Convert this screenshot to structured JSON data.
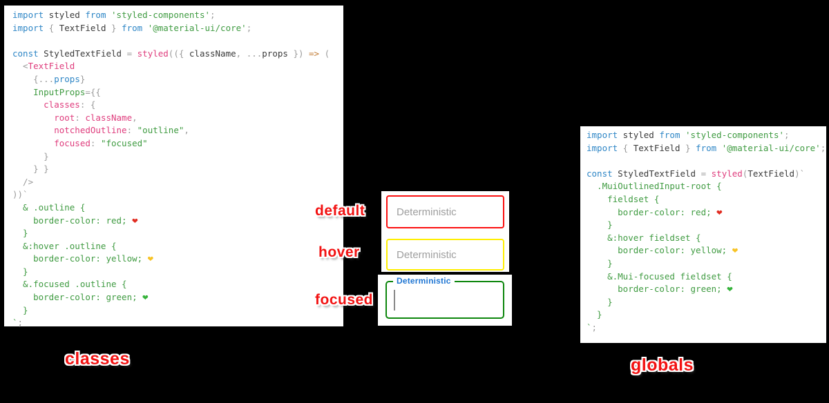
{
  "labels": {
    "default": "default",
    "hover": "hover",
    "focused": "focused",
    "classes": "classes",
    "globals": "globals"
  },
  "fields": {
    "default": {
      "placeholder": "Deterministic",
      "border_color": "#ff0000"
    },
    "hover": {
      "placeholder": "Deterministic",
      "border_color": "#ffff00"
    },
    "focused": {
      "label": "Deterministic",
      "value": "",
      "border_color": "#008000",
      "label_color": "#1f76d3"
    }
  },
  "colors": {
    "background": "#000000",
    "panel": "#ffffff",
    "sticker_red": "#f21212",
    "keyword_blue": "#2e86c6",
    "string_green": "#3f9b41",
    "identifier_pink": "#df3d7d",
    "punctuation_gray": "#9a9a9a",
    "arrow_orange": "#c27c35",
    "placeholder_gray": "#9e9e9e"
  },
  "left_code": {
    "lines": [
      [
        [
          "b",
          "import"
        ],
        [
          "d",
          " styled "
        ],
        [
          "b",
          "from"
        ],
        [
          "d",
          " "
        ],
        [
          "s",
          "'styled-components'"
        ],
        [
          "g",
          ";"
        ]
      ],
      [
        [
          "b",
          "import"
        ],
        [
          "g",
          " { "
        ],
        [
          "d",
          "TextField"
        ],
        [
          "g",
          " } "
        ],
        [
          "b",
          "from"
        ],
        [
          "d",
          " "
        ],
        [
          "s",
          "'@material-ui/core'"
        ],
        [
          "g",
          ";"
        ]
      ],
      [],
      [
        [
          "b",
          "const"
        ],
        [
          "d",
          " StyledTextField "
        ],
        [
          "g",
          "= "
        ],
        [
          "p",
          "styled"
        ],
        [
          "g",
          "(({ "
        ],
        [
          "d",
          "className"
        ],
        [
          "g",
          ", ..."
        ],
        [
          "d",
          "props"
        ],
        [
          "g",
          " }) "
        ],
        [
          "o",
          "=>"
        ],
        [
          "g",
          " ("
        ]
      ],
      [
        [
          "g",
          "  <"
        ],
        [
          "p",
          "TextField"
        ]
      ],
      [
        [
          "g",
          "    {..."
        ],
        [
          "b",
          "props"
        ],
        [
          "g",
          "}"
        ]
      ],
      [
        [
          "s",
          "    InputProps"
        ],
        [
          "g",
          "={{"
        ]
      ],
      [
        [
          "p",
          "      classes"
        ],
        [
          "g",
          ": {"
        ]
      ],
      [
        [
          "p",
          "        root"
        ],
        [
          "g",
          ": "
        ],
        [
          "p",
          "className"
        ],
        [
          "g",
          ","
        ]
      ],
      [
        [
          "p",
          "        notchedOutline"
        ],
        [
          "g",
          ": "
        ],
        [
          "s",
          "\"outline\""
        ],
        [
          "g",
          ","
        ]
      ],
      [
        [
          "p",
          "        focused"
        ],
        [
          "g",
          ": "
        ],
        [
          "s",
          "\"focused\""
        ]
      ],
      [
        [
          "g",
          "      }"
        ]
      ],
      [
        [
          "g",
          "    } }"
        ]
      ],
      [
        [
          "g",
          "  />"
        ]
      ],
      [
        [
          "g",
          "))`"
        ]
      ],
      [
        [
          "s",
          "  & .outline {"
        ]
      ],
      [
        [
          "s",
          "    border-color: red; "
        ],
        [
          "rh",
          "❤"
        ]
      ],
      [
        [
          "s",
          "  }"
        ]
      ],
      [
        [
          "s",
          "  &:hover .outline {"
        ]
      ],
      [
        [
          "s",
          "    border-color: yellow; "
        ],
        [
          "yh",
          "❤"
        ]
      ],
      [
        [
          "s",
          "  }"
        ]
      ],
      [
        [
          "s",
          "  &.focused .outline {"
        ]
      ],
      [
        [
          "s",
          "    border-color: green; "
        ],
        [
          "gh",
          "❤"
        ]
      ],
      [
        [
          "s",
          "  }"
        ]
      ],
      [
        [
          "s",
          "`"
        ],
        [
          "g",
          ";"
        ]
      ]
    ]
  },
  "right_code": {
    "lines": [
      [
        [
          "b",
          "import"
        ],
        [
          "d",
          " styled "
        ],
        [
          "b",
          "from"
        ],
        [
          "d",
          " "
        ],
        [
          "s",
          "'styled-components'"
        ],
        [
          "g",
          ";"
        ]
      ],
      [
        [
          "b",
          "import"
        ],
        [
          "g",
          " { "
        ],
        [
          "d",
          "TextField"
        ],
        [
          "g",
          " } "
        ],
        [
          "b",
          "from"
        ],
        [
          "d",
          " "
        ],
        [
          "s",
          "'@material-ui/core'"
        ],
        [
          "g",
          ";"
        ]
      ],
      [],
      [
        [
          "b",
          "const"
        ],
        [
          "d",
          " StyledTextField "
        ],
        [
          "g",
          "= "
        ],
        [
          "p",
          "styled"
        ],
        [
          "g",
          "("
        ],
        [
          "d",
          "TextField"
        ],
        [
          "g",
          ")`"
        ]
      ],
      [
        [
          "s",
          "  .MuiOutlinedInput-root {"
        ]
      ],
      [
        [
          "s",
          "    fieldset {"
        ]
      ],
      [
        [
          "s",
          "      border-color: red; "
        ],
        [
          "rh",
          "❤"
        ]
      ],
      [
        [
          "s",
          "    }"
        ]
      ],
      [
        [
          "s",
          "    &:hover fieldset {"
        ]
      ],
      [
        [
          "s",
          "      border-color: yellow; "
        ],
        [
          "yh",
          "❤"
        ]
      ],
      [
        [
          "s",
          "    }"
        ]
      ],
      [
        [
          "s",
          "    &.Mui-focused fieldset {"
        ]
      ],
      [
        [
          "s",
          "      border-color: green; "
        ],
        [
          "gh",
          "❤"
        ]
      ],
      [
        [
          "s",
          "    }"
        ]
      ],
      [
        [
          "s",
          "  }"
        ]
      ],
      [
        [
          "s",
          "`"
        ],
        [
          "g",
          ";"
        ]
      ]
    ]
  }
}
